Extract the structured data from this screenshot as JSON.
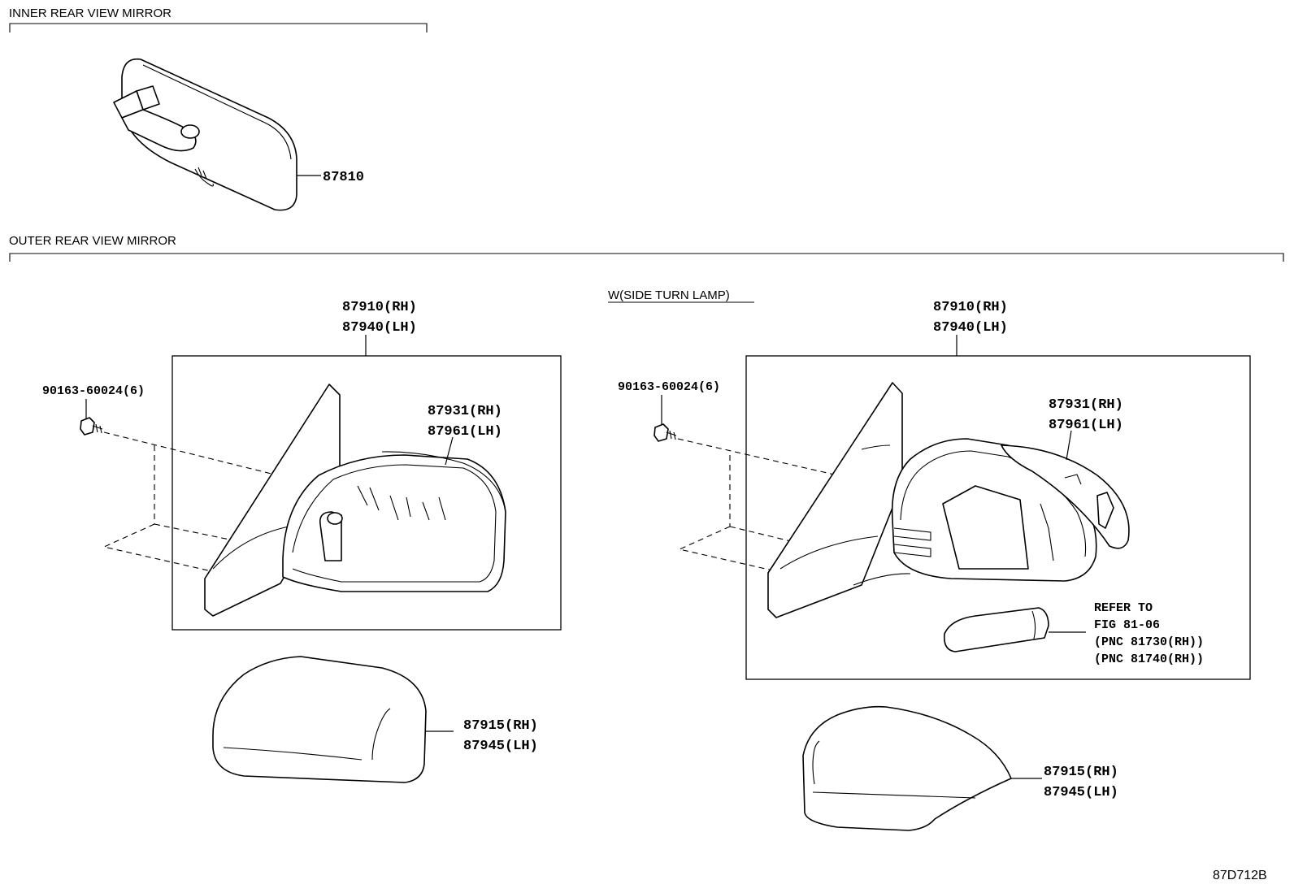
{
  "sections": {
    "inner": "INNER REAR VIEW MIRROR",
    "outer": "OUTER REAR VIEW MIRROR",
    "variant": "W(SIDE TURN LAMP)"
  },
  "labels": {
    "inner_mirror": "87810",
    "l_assy_rh": "87910(RH)",
    "l_assy_lh": "87940(LH)",
    "l_screw": "90163-60024(6)",
    "l_mirror_rh": "87931(RH)",
    "l_mirror_lh": "87961(LH)",
    "l_cover_rh": "87915(RH)",
    "l_cover_lh": "87945(LH)",
    "r_assy_rh": "87910(RH)",
    "r_assy_lh": "87940(LH)",
    "r_screw": "90163-60024(6)",
    "r_mirror_rh": "87931(RH)",
    "r_mirror_lh": "87961(LH)",
    "r_cover_rh": "87915(RH)",
    "r_cover_lh": "87945(LH)"
  },
  "refer": {
    "line1": "REFER TO",
    "line2": "FIG 81-06",
    "line3": "(PNC 81730(RH))",
    "line4": "(PNC 81740(RH))"
  },
  "figure_code": "87D712B"
}
